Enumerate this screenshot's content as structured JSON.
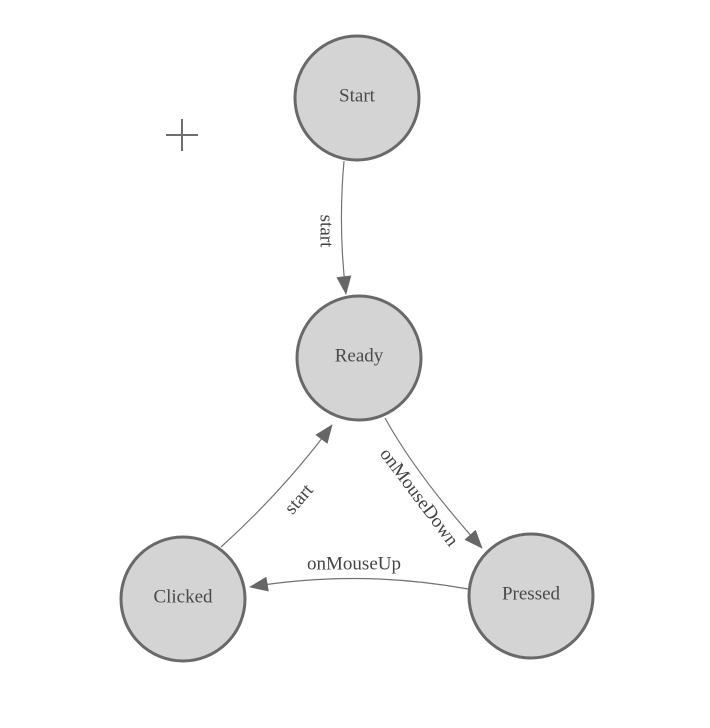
{
  "diagram": {
    "type": "state-machine",
    "background_color": "#ffffff",
    "node_fill_color": "#d4d4d4",
    "node_border_color": "#696969",
    "edge_color": "#737373",
    "arrow_color": "#666666",
    "node_text_color": "#4a4a4a",
    "edge_text_color": "#444444",
    "nodes": [
      {
        "id": "start",
        "label": "Start"
      },
      {
        "id": "ready",
        "label": "Ready"
      },
      {
        "id": "clicked",
        "label": "Clicked"
      },
      {
        "id": "pressed",
        "label": "Pressed"
      }
    ],
    "edges": [
      {
        "from": "start",
        "to": "ready",
        "label": "start"
      },
      {
        "from": "ready",
        "to": "pressed",
        "label": "onMouseDown"
      },
      {
        "from": "pressed",
        "to": "clicked",
        "label": "onMouseUp"
      },
      {
        "from": "clicked",
        "to": "ready",
        "label": "start"
      }
    ],
    "crosshair_symbol": "+"
  }
}
